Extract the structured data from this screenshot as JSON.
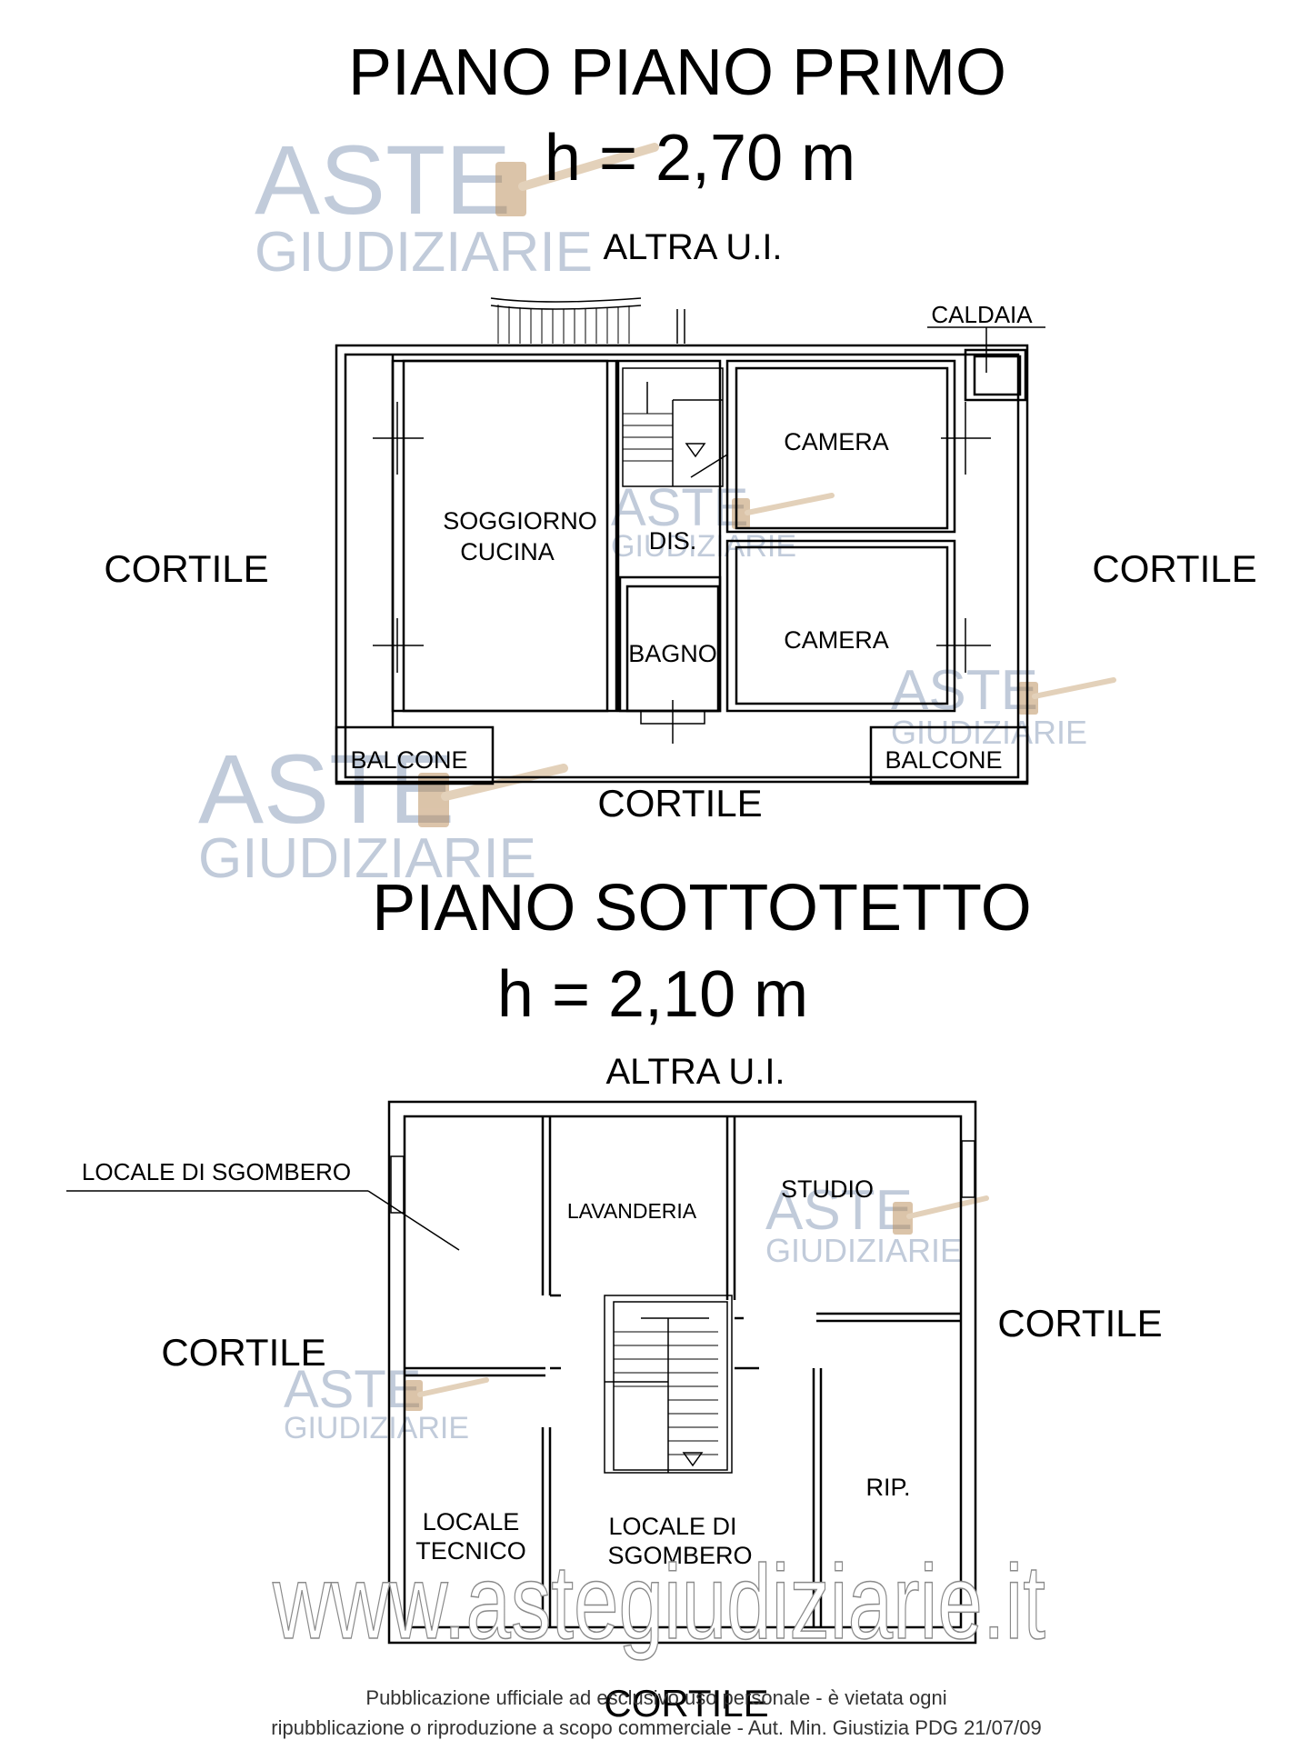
{
  "upper_floor": {
    "title": "PIANO PIANO PRIMO",
    "height": "h = 2,70 m",
    "labels": {
      "altra": "ALTRA U.I.",
      "caldaia": "CALDAIA",
      "cortile_left": "CORTILE",
      "cortile_right": "CORTILE",
      "cortile_bottom": "CORTILE",
      "soggiorno": "SOGGIORNO",
      "cucina": "CUCINA",
      "dis": "DIS.",
      "camera_1": "CAMERA",
      "camera_2": "CAMERA",
      "bagno": "BAGNO",
      "balcone_left": "BALCONE",
      "balcone_right": "BALCONE"
    }
  },
  "attic_floor": {
    "title": "PIANO SOTTOTETTO",
    "height": "h = 2,10 m",
    "labels": {
      "altra": "ALTRA U.I.",
      "locale_sgombero_callout": "LOCALE DI SGOMBERO",
      "lavanderia": "LAVANDERIA",
      "studio": "STUDIO",
      "cortile_left": "CORTILE",
      "cortile_right": "CORTILE",
      "cortile_bottom": "CORTILE",
      "locale_tecnico_1": "LOCALE",
      "locale_tecnico_2": "TECNICO",
      "locale_sgombero_1": "LOCALE DI",
      "locale_sgombero_2": "SGOMBERO",
      "rip": "RIP."
    }
  },
  "watermark": {
    "brand_top": "ASTE",
    "brand_bottom": "GIUDIZIARIE",
    "url": "www.astegiudiziarie.it"
  },
  "footer": {
    "line1": "Pubblicazione ufficiale ad esclusivo uso personale - è vietata ogni",
    "line2": "ripubblicazione o riproduzione a scopo commerciale - Aut. Min. Giustizia PDG 21/07/09"
  }
}
